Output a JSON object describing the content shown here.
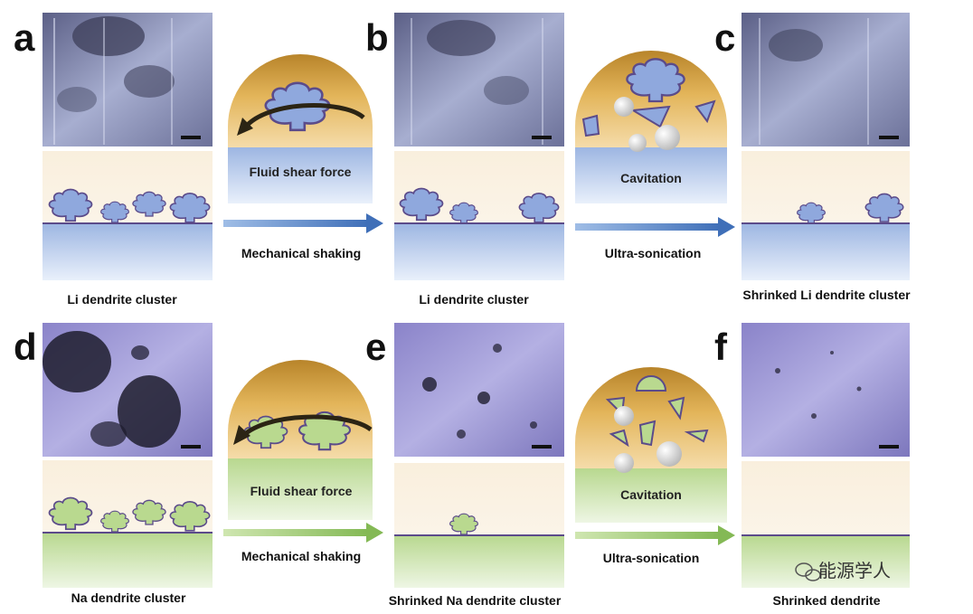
{
  "panels": {
    "a": {
      "letter": "a",
      "caption": "Li dendrite cluster"
    },
    "b": {
      "letter": "b",
      "caption": "Li dendrite cluster"
    },
    "c": {
      "letter": "c",
      "caption": "Shrinked Li dendrite cluster"
    },
    "d": {
      "letter": "d",
      "caption": "Na dendrite cluster"
    },
    "e": {
      "letter": "e",
      "caption": "Shrinked Na dendrite cluster"
    },
    "f": {
      "letter": "f",
      "caption": "Shrinked dendrite"
    }
  },
  "processes": {
    "li_shear": {
      "inner_label": "Fluid shear force",
      "arrow_label": "Mechanical shaking"
    },
    "li_cav": {
      "inner_label": "Cavitation",
      "arrow_label": "Ultra-sonication"
    },
    "na_shear": {
      "inner_label": "Fluid shear force",
      "arrow_label": "Mechanical shaking"
    },
    "na_cav": {
      "inner_label": "Cavitation",
      "arrow_label": "Ultra-sonication"
    }
  },
  "colors": {
    "li_substrate": "#9db6e2",
    "na_substrate": "#b8d88f",
    "li_dendrite": "#8fa8dd",
    "na_dendrite": "#b9d98f",
    "dendrite_outline": "#5b4b8a",
    "dome": "#d9a94a",
    "electrolyte": "#f7ead2",
    "li_arrow": "#4a78bd",
    "na_arrow": "#8cbf5a",
    "micrograph": "#7a7fb0"
  },
  "watermark": "能源学人"
}
